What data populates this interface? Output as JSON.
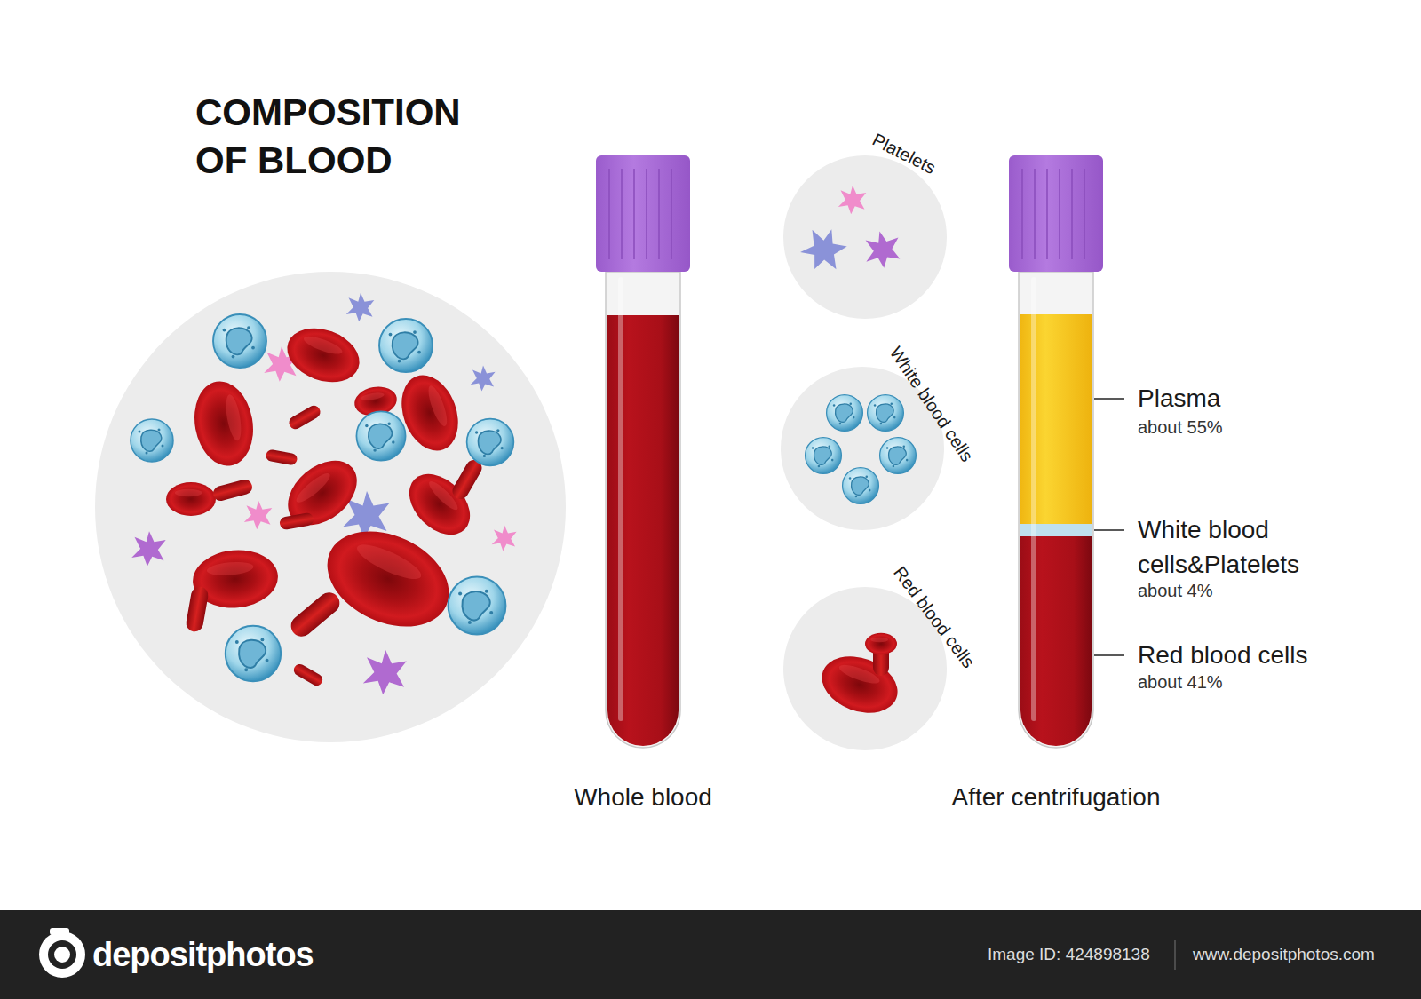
{
  "diagram": {
    "title": "COMPOSITION OF BLOOD",
    "nodes": [
      {
        "text": [
          "Whole blood"
        ]
      },
      {
        "text": [
          "Platelets"
        ]
      },
      {
        "text": [
          "White blood cells"
        ]
      },
      {
        "text": [
          "Red blood cells"
        ]
      },
      {
        "text": [
          "After centrifugation"
        ]
      }
    ],
    "labels": [
      "Plasma",
      "about 55%",
      "White blood cells&Platelets",
      "about 4%",
      "Red blood cells",
      "about 41%",
      "depositphotos",
      "Image ID: 424898138",
      "www.depositphotos.com"
    ]
  }
}
